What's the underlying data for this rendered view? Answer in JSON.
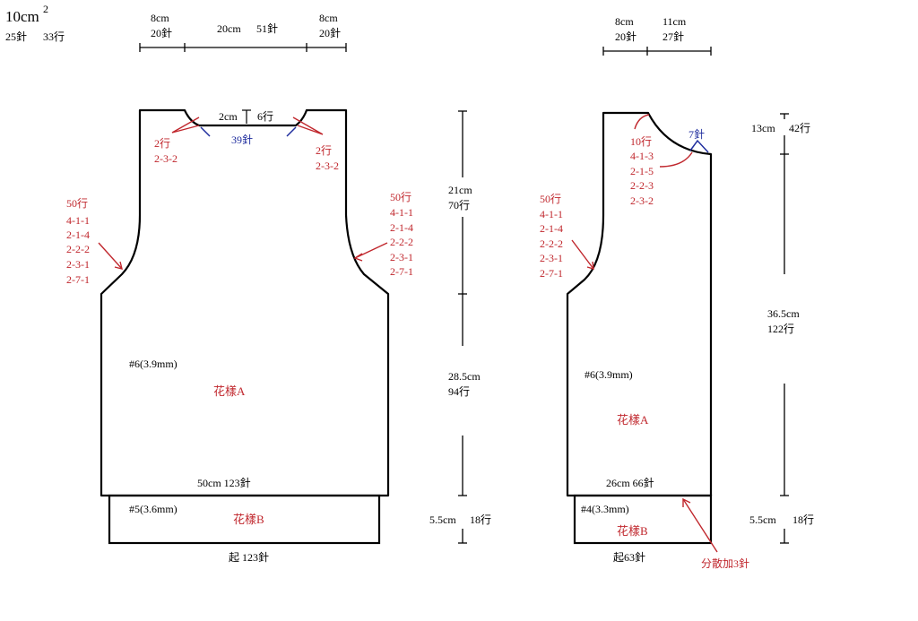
{
  "gauge": {
    "size": "10cm",
    "sup": "2",
    "stitches": "25針",
    "rows": "33行"
  },
  "back": {
    "top_left_cm": "8cm",
    "top_left_st": "20針",
    "top_mid_cm": "20cm",
    "top_mid_st": "51針",
    "top_right_cm": "8cm",
    "top_right_st": "20針",
    "neck_depth_cm": "2cm",
    "neck_depth_rows": "6行",
    "neck_stitches": "39針",
    "neck_dec_left": [
      "2行",
      "2-3-2"
    ],
    "neck_dec_right": [
      "2行",
      "2-3-2"
    ],
    "armhole_left": [
      "50行",
      "4-1-1",
      "2-1-4",
      "2-2-2",
      "2-3-1",
      "2-7-1"
    ],
    "armhole_right": [
      "50行",
      "4-1-1",
      "2-1-4",
      "2-2-2",
      "2-3-1",
      "2-7-1"
    ],
    "needle_main": "#6(3.9mm)",
    "pattern_main": "花樣A",
    "width_label": "50cm  123針",
    "needle_rib": "#5(3.6mm)",
    "pattern_rib": "花樣B",
    "cast_on": "起 123針",
    "h1_cm": "21cm",
    "h1_rows": "70行",
    "h2_cm": "28.5cm",
    "h2_rows": "94行",
    "h3_cm": "5.5cm",
    "h3_rows": "18行"
  },
  "front": {
    "top_left_cm": "8cm",
    "top_left_st": "20針",
    "top_right_cm": "11cm",
    "top_right_st": "27針",
    "neck_stitches": "7針",
    "neck_dec": [
      "10行",
      "4-1-3",
      "2-1-5",
      "2-2-3",
      "2-3-2"
    ],
    "armhole": [
      "50行",
      "4-1-1",
      "2-1-4",
      "2-2-2",
      "2-3-1",
      "2-7-1"
    ],
    "needle_main": "#6(3.9mm)",
    "pattern_main": "花樣A",
    "width_label": "26cm    66針",
    "needle_rib": "#4(3.3mm)",
    "pattern_rib": "花樣B",
    "cast_on": "起63針",
    "increase_note": "分散加3針",
    "h1_cm": "13cm",
    "h1_rows": "42行",
    "h2_cm": "36.5cm",
    "h2_rows": "122行",
    "h3_cm": "5.5cm",
    "h3_rows": "18行"
  }
}
